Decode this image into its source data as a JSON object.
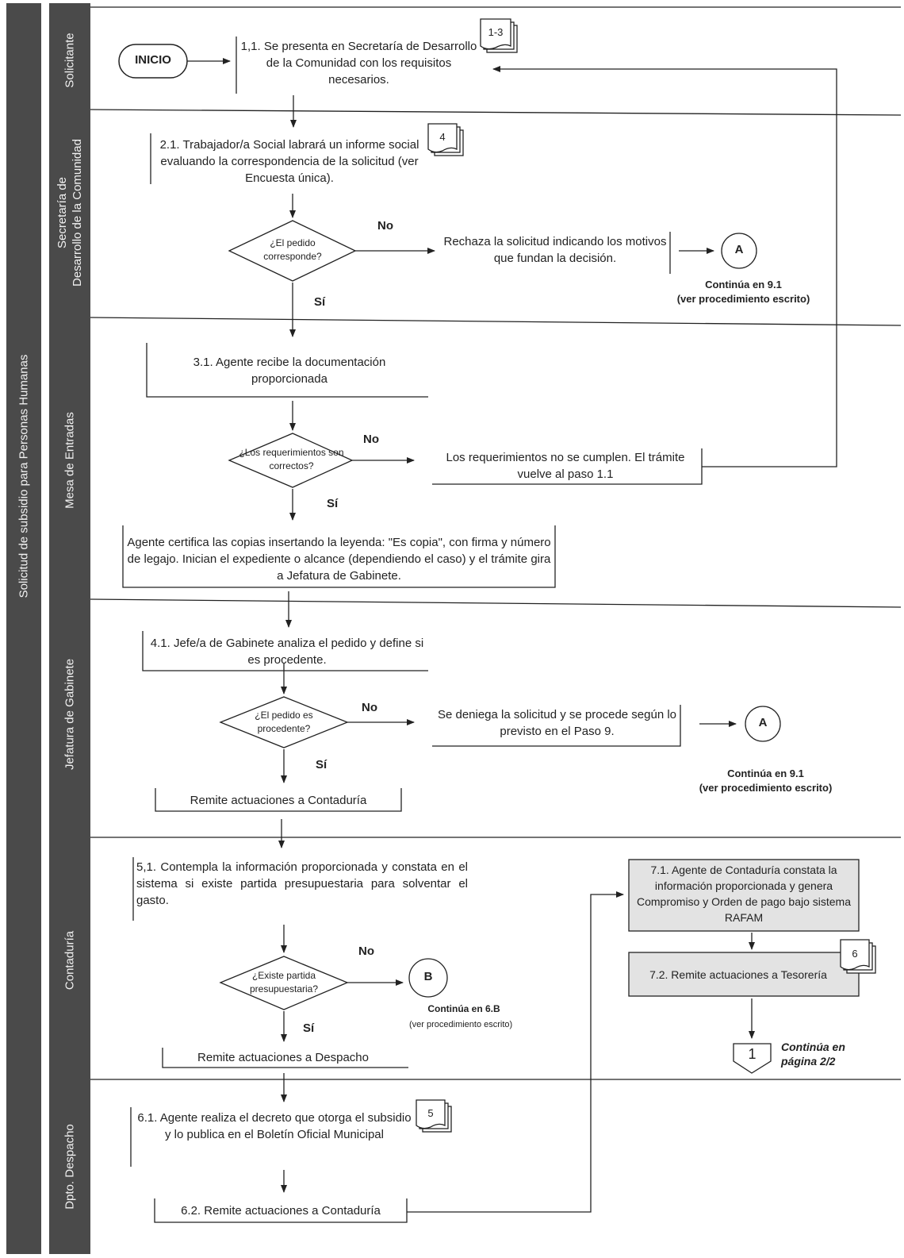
{
  "process_title": "Solicitud de subsidio para Personas Humanas",
  "lanes": [
    {
      "label": "Solicitante"
    },
    {
      "label": "Secretaría de\nDesarrollo de la Comunidad"
    },
    {
      "label": "Mesa de Entradas"
    },
    {
      "label": "Jefatura de Gabinete"
    },
    {
      "label": "Contaduría"
    },
    {
      "label": "Dpto. Despacho"
    }
  ],
  "start": "INICIO",
  "docs": {
    "d13": "1-3",
    "d4": "4",
    "d5": "5",
    "d6": "6"
  },
  "steps": {
    "s11": "1,1. Se presenta en Secretaría de Desarrollo de la Comunidad con los requisitos necesarios.",
    "s21": "2.1. Trabajador/a Social labrará un informe social evaluando la correspondencia de la solicitud (ver Encuesta única).",
    "rechaza": "Rechaza la solicitud indicando los motivos que fundan la decisión.",
    "s31": "3.1. Agente recibe la documentación proporcionada",
    "noreq": "Los requerimientos no se cumplen. El trámite vuelve al paso 1.1",
    "certifica": "Agente certifica las copias insertando la leyenda: \"Es copia\", con firma y número de legajo. Inician el expediente o alcance (dependiendo el caso) y el trámite gira a Jefatura de Gabinete.",
    "s41": "4.1. Jefe/a de Gabinete analiza el pedido y define si es procedente.",
    "deniega": "Se deniega la solicitud y se procede según lo previsto en el Paso 9.",
    "remiteCont1": "Remite actuaciones a Contaduría",
    "s51": "5,1. Contempla la información proporcionada y constata en el sistema si existe partida presupuestaria para solventar el gasto.",
    "remiteDesp": "Remite actuaciones a Despacho",
    "s61": "6.1. Agente realiza el decreto que otorga el subsidio y lo publica en el Boletín Oficial Municipal",
    "s62": "6.2. Remite actuaciones a Contaduría",
    "s71": "7.1. Agente de Contaduría constata la información proporcionada y genera Compromiso y Orden de pago bajo sistema RAFAM",
    "s72": "7.2. Remite actuaciones a Tesorería"
  },
  "decisions": {
    "q1": "¿El pedido corresponde?",
    "q2": "¿Los requerimientos son correctos?",
    "q3": "¿El pedido es procedente?",
    "q4": "¿Existe partida presupuestaria?"
  },
  "labels": {
    "no1": "No",
    "si1": "Sí",
    "no2": "No",
    "si2": "Sí",
    "no3": "No",
    "si3": "Sí",
    "no4": "No",
    "si4": "Sí"
  },
  "connectors": {
    "A1": "A",
    "A2": "A",
    "B": "B",
    "P1": "1"
  },
  "notes": {
    "contA1": "Continúa en 9.1\n(ver procedimiento escrito)",
    "contA2": "Continúa en 9.1\n(ver procedimiento escrito)",
    "contB": "Continúa en 6.B",
    "contBsub": "(ver procedimiento escrito)",
    "page2": "Continúa en\npágina 2/2"
  },
  "colors": {
    "lane_bg": "#4a4a4a",
    "line": "#222222",
    "grey_box": "#e3e3e3"
  }
}
